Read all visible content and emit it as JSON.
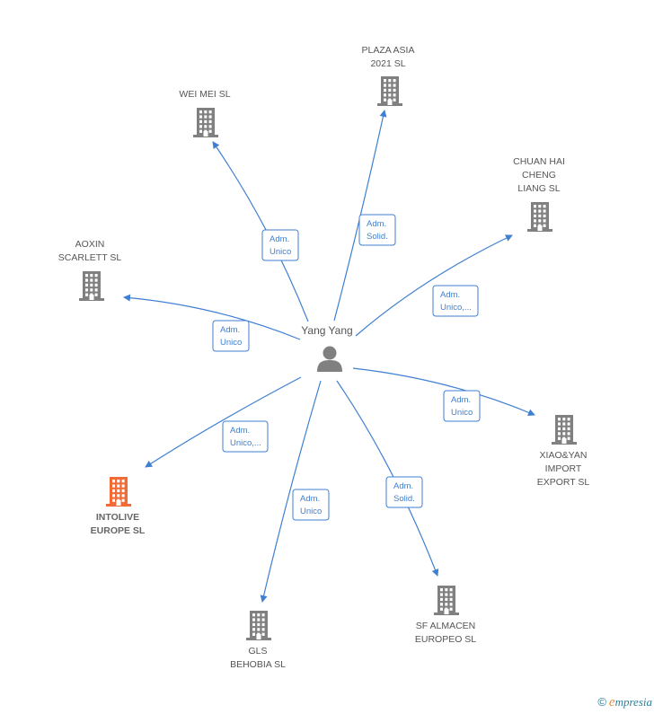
{
  "center": {
    "name": "Yang Yang",
    "icon": "person-icon"
  },
  "colors": {
    "edge": "#3f7fd2",
    "company": "#808080",
    "highlight": "#f26a36",
    "label": "#555555"
  },
  "companies": [
    {
      "id": "plaza-asia",
      "lines": [
        "PLAZA ASIA",
        "2021  SL"
      ],
      "role": [
        "Adm.",
        "Solid."
      ],
      "highlight": false
    },
    {
      "id": "wei-mei",
      "lines": [
        "WEI MEI SL"
      ],
      "role": [
        "Adm.",
        "Unico"
      ],
      "highlight": false
    },
    {
      "id": "chuan-hai",
      "lines": [
        "CHUAN HAI",
        "CHENG",
        "LIANG  SL"
      ],
      "role": [
        "Adm.",
        "Unico,..."
      ],
      "highlight": false
    },
    {
      "id": "aoxin",
      "lines": [
        "AOXIN",
        "SCARLETT  SL"
      ],
      "role": [
        "Adm.",
        "Unico"
      ],
      "highlight": false
    },
    {
      "id": "xiao-yan",
      "lines": [
        "XIAO&YAN",
        "IMPORT",
        "EXPORT  SL"
      ],
      "role": [
        "Adm.",
        "Unico"
      ],
      "highlight": false
    },
    {
      "id": "intolive",
      "lines": [
        "INTOLIVE",
        "EUROPE  SL"
      ],
      "role": [
        "Adm.",
        "Unico,..."
      ],
      "highlight": true
    },
    {
      "id": "gls",
      "lines": [
        "GLS",
        "BEHOBIA  SL"
      ],
      "role": [
        "Adm.",
        "Unico"
      ],
      "highlight": false
    },
    {
      "id": "sf-almacen",
      "lines": [
        "SF ALMACEN",
        "EUROPEO  SL"
      ],
      "role": [
        "Adm.",
        "Solid."
      ],
      "highlight": false
    }
  ],
  "footer": {
    "copyright": "©",
    "brand_e": "e",
    "brand_rest": "mpresia"
  }
}
